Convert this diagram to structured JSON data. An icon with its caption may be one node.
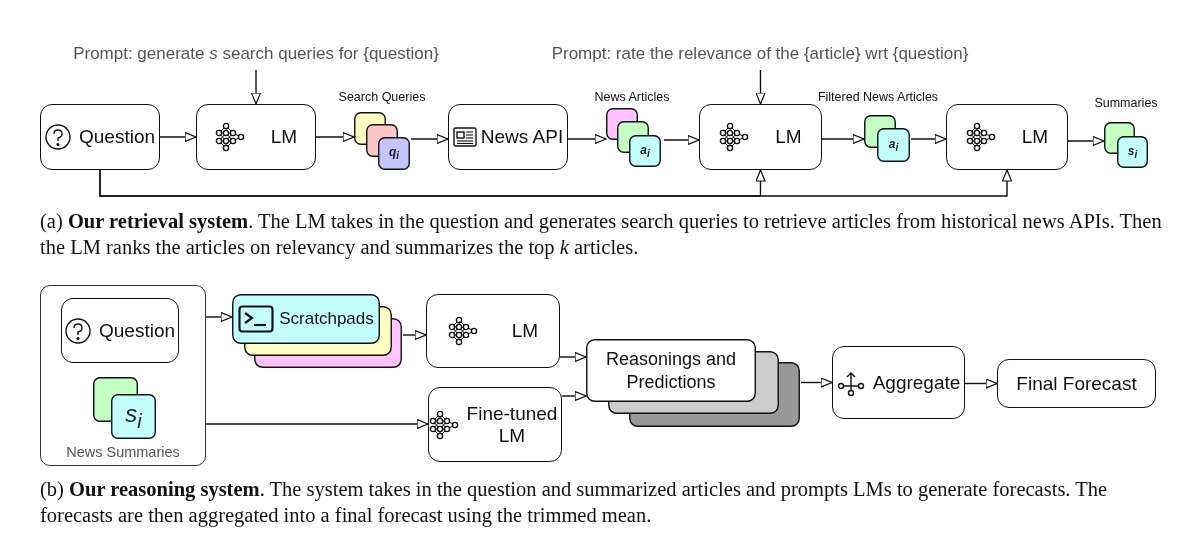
{
  "diagram": {
    "nodes": [
      {
        "text": [
          "Prompt: generate *s* search queries for {question}"
        ]
      },
      {
        "text": [
          "Question"
        ]
      },
      {
        "text": [
          "LM"
        ]
      },
      {
        "text": [
          "q$_{i}$"
        ],
        "beside": [
          "Search Queries"
        ]
      },
      {
        "text": [
          "News API"
        ]
      },
      {
        "text": [
          "Prompt: rate the relevance of the {article} wrt {question}"
        ]
      },
      {
        "text": [
          "a$_{i}$"
        ],
        "beside": [
          "News Articles"
        ]
      },
      {
        "text": [
          "LM"
        ]
      },
      {
        "text": [
          "a$_{i}$"
        ]
      },
      {
        "text": [
          "LM"
        ]
      },
      {
        "text": [
          "s$_{i}$"
        ],
        "beside": [
          "Summaries"
        ]
      },
      {
        "text": [
          "News Summaries"
        ]
      },
      {
        "text": [
          "Question"
        ],
        "in": 11
      },
      {
        "text": [
          "s$_{i}$"
        ],
        "in": 11
      },
      {
        "text": [
          "Scratchpads"
        ]
      },
      {
        "text": [
          "LM"
        ]
      },
      {
        "text": [
          "Fine-tuned LM"
        ]
      },
      {
        "text": [
          "Reasonings and Predictions"
        ]
      },
      {
        "text": [
          "Aggregate"
        ]
      },
      {
        "text": [
          "Final Forecast"
        ]
      }
    ],
    "edges": [
      {
        "from": 0,
        "to": 2,
        "arrow": "to"
      },
      {
        "from": 1,
        "to": 2,
        "arrow": "to"
      },
      {
        "from": 2,
        "to": 3,
        "arrow": "to"
      },
      {
        "from": 3,
        "to": 4,
        "arrow": "to"
      },
      {
        "from": 4,
        "to": 6,
        "arrow": "to"
      },
      {
        "from": 6,
        "to": 7,
        "arrow": "to"
      },
      {
        "from": 5,
        "to": 7,
        "arrow": "to"
      },
      {
        "from": 7,
        "to": 8,
        "arrow": "to"
      },
      {
        "from": 8,
        "to": 9,
        "arrow": "to"
      },
      {
        "from": 9,
        "to": 10,
        "arrow": "to"
      },
      {
        "from": 1,
        "to": 7,
        "arrow": "to"
      },
      {
        "from": 1,
        "to": 9,
        "arrow": "to"
      },
      {
        "from": 11,
        "to": 14,
        "arrow": "to"
      },
      {
        "from": 14,
        "to": 15,
        "arrow": "to"
      },
      {
        "from": 11,
        "to": 16,
        "arrow": "to"
      },
      {
        "from": 15,
        "to": 17,
        "arrow": "to"
      },
      {
        "from": 16,
        "to": 17,
        "arrow": "to"
      },
      {
        "from": 17,
        "to": 18,
        "arrow": "to"
      },
      {
        "from": 18,
        "to": 19,
        "arrow": "to"
      }
    ],
    "labels": [
      "Filtered News Articles",
      "(a) **Our retrieval system**. The LM takes in the question and generates search queries to retrieve articles from historical news APIs. Then the LM ranks the articles on relevancy and summarizes the top *k* articles.",
      "(b) **Our reasoning system**. The system takes in the question and summarized articles and prompts LMs to generate forecasts. The forecasts are then aggregated into a final forecast using the trimmed mean."
    ]
  }
}
